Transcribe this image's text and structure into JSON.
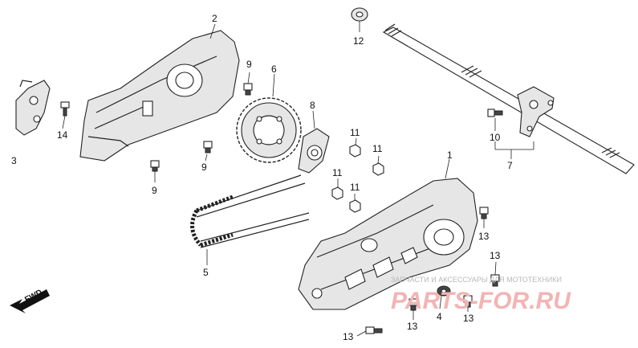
{
  "diagram": {
    "callouts": {
      "c1": "1",
      "c2": "2",
      "c3": "3",
      "c4": "4",
      "c5": "5",
      "c6": "6",
      "c7": "7",
      "c8": "8",
      "c9a": "9",
      "c9b": "9",
      "c9c": "9",
      "c10": "10",
      "c11a": "11",
      "c11b": "11",
      "c11c": "11",
      "c11d": "11",
      "c12": "12",
      "c13a": "13",
      "c13b": "13",
      "c13c": "13",
      "c13d": "13",
      "c13e": "13",
      "c14": "14"
    },
    "fwd_label": "FWD",
    "watermark": {
      "small_text": "ЗАПЧАСТИ И АКСЕССУАРЫ ДЛЯ МОТОТЕХНИКИ",
      "brand_text": "PARTS-FOR.RU",
      "brand_color": "#f2b4b4"
    }
  }
}
